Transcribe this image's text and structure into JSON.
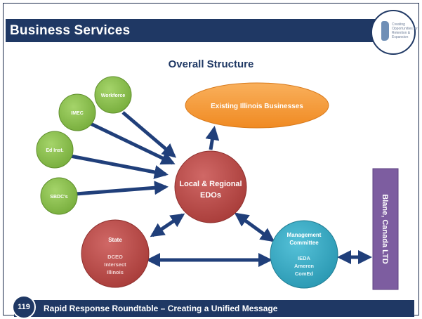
{
  "header": {
    "title": "Business Services"
  },
  "logo": {
    "lines": [
      "Creating",
      "Opportunities for",
      "Retention &",
      "Expansion"
    ]
  },
  "diagram": {
    "title": "Overall Structure",
    "nodes": {
      "workforce": "Workforce",
      "imec": "IMEC",
      "ed_inst": "Ed Inst.",
      "sbdc": "SBDC's",
      "existing": "Existing Illinois Businesses",
      "local_regional_1": "Local & Regional",
      "local_regional_2": "EDOs",
      "state_title": "State",
      "state_sub": [
        "DCEO",
        "Intersect",
        "Illinois"
      ],
      "mgmt_title": [
        "Management",
        "Committee"
      ],
      "mgmt_sub": [
        "IEDA",
        "Ameren",
        "ComEd"
      ],
      "blane": "Blane, Canada LTD"
    }
  },
  "footer": {
    "page_number": "119",
    "text": "Rapid Response Roundtable – Creating a Unified Message"
  },
  "colors": {
    "navy": "#1f3864",
    "green": "#8cc04f",
    "orange": "#f79a3a",
    "red": "#c0504d",
    "teal": "#3db0c9",
    "purple": "#7d5da0",
    "arrow": "#203f7a"
  }
}
